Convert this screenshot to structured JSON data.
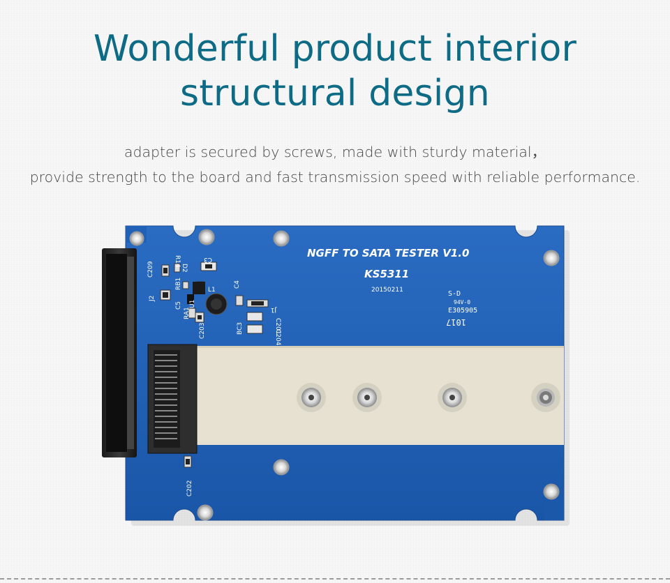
{
  "headline": {
    "line1": "Wonderful product interior",
    "line2": "structural design",
    "color": "#0d6b86"
  },
  "description": {
    "line1": "adapter is secured by screws, made with sturdy material，",
    "line2": "provide strength to the board and fast transmission speed with reliable performance."
  },
  "board": {
    "pcb_color": "#1f5fb4",
    "panel_color": "#e7e1cf",
    "silkscreen": {
      "title": "NGFF TO SATA TESTER V1.0",
      "model": "KS5311",
      "date": "20150211",
      "sd": "S-D",
      "ul": "94V-0",
      "code": "E305905",
      "mark": "1017",
      "labels": [
        "C209",
        "J2",
        "R14",
        "D2",
        "C3",
        "RB1",
        "RA1",
        "C5",
        "U1",
        "L1",
        "C4",
        "C203",
        "J1",
        "BC3",
        "C201",
        "C204",
        "C202"
      ]
    }
  }
}
